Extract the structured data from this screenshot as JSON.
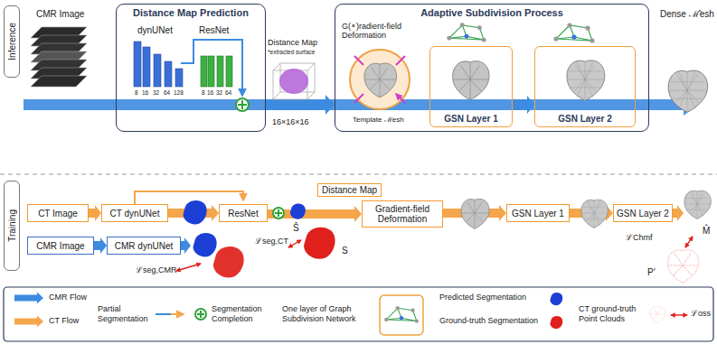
{
  "diagram": {
    "nodes": [
      {
        "text": [
          "Inference"
        ]
      },
      {
        "text": [
          "Distance Map Prediction"
        ]
      },
      {
        "text": [
          "Adaptive Subdivision Process"
        ]
      },
      {
        "text": [
          "GSN Layer 1"
        ],
        "in": 2
      },
      {
        "text": [
          "GSN Layer 2"
        ],
        "in": 2
      },
      {
        "text": [
          "Training"
        ]
      },
      {
        "text": [
          "CT Image"
        ]
      },
      {
        "text": [
          "CT dynUNet"
        ]
      },
      {
        "text": [
          "ResNet"
        ]
      },
      {
        "text": [
          "Distance Map",
          "Gradient-field Deformation"
        ]
      },
      {
        "text": [
          "GSN Layer 1"
        ]
      },
      {
        "text": [
          "GSN Layer 2"
        ]
      },
      {
        "text": [
          "CMR Image"
        ]
      },
      {
        "text": [
          "CMR dynUNet"
        ]
      }
    ],
    "edges": [
      {
        "from": 1,
        "to": 2,
        "arrow": "to"
      },
      {
        "from": 3,
        "to": 4,
        "arrow": "to"
      },
      {
        "from": 6,
        "to": 7,
        "arrow": "to"
      },
      {
        "from": 7,
        "to": 8,
        "arrow": "to"
      },
      {
        "from": 8,
        "to": 9,
        "arrow": "to"
      },
      {
        "from": 9,
        "to": 10,
        "arrow": "to"
      },
      {
        "from": 10,
        "to": 11,
        "arrow": "to"
      },
      {
        "from": 12,
        "to": 13,
        "arrow": "to"
      }
    ],
    "labels": [
      "CMR Image",
      "dynUNet",
      "8",
      "16",
      "32",
      "64",
      "128",
      "ResNet",
      "8",
      "16",
      "32",
      "64",
      "Distance Map",
      "*extracted surface",
      "16×16×16",
      "G(∘)radient-field Deformation",
      "Template ℳesh",
      "Dense ℳ̂esh",
      "Ŝ",
      "ℒseg,CT",
      "S",
      "ℒseg,CMR",
      "M̂",
      "P′",
      "ℒChmf"
    ],
    "legend": [
      {
        "text": "CMR Flow",
        "color": "#3d8be0"
      },
      {
        "text": "CT Flow",
        "color": "#f5a54a"
      },
      {
        "text": "Partial Segmentation"
      },
      {
        "text": "Segmentation Completion"
      },
      {
        "text": "One layer of Graph Subdivision Network"
      },
      {
        "text": "Predicted Segmentation"
      },
      {
        "text": "Ground-truth Segmentation"
      },
      {
        "text": "CT ground-truth Point Clouds"
      },
      {
        "text": "ℒoss"
      }
    ]
  }
}
